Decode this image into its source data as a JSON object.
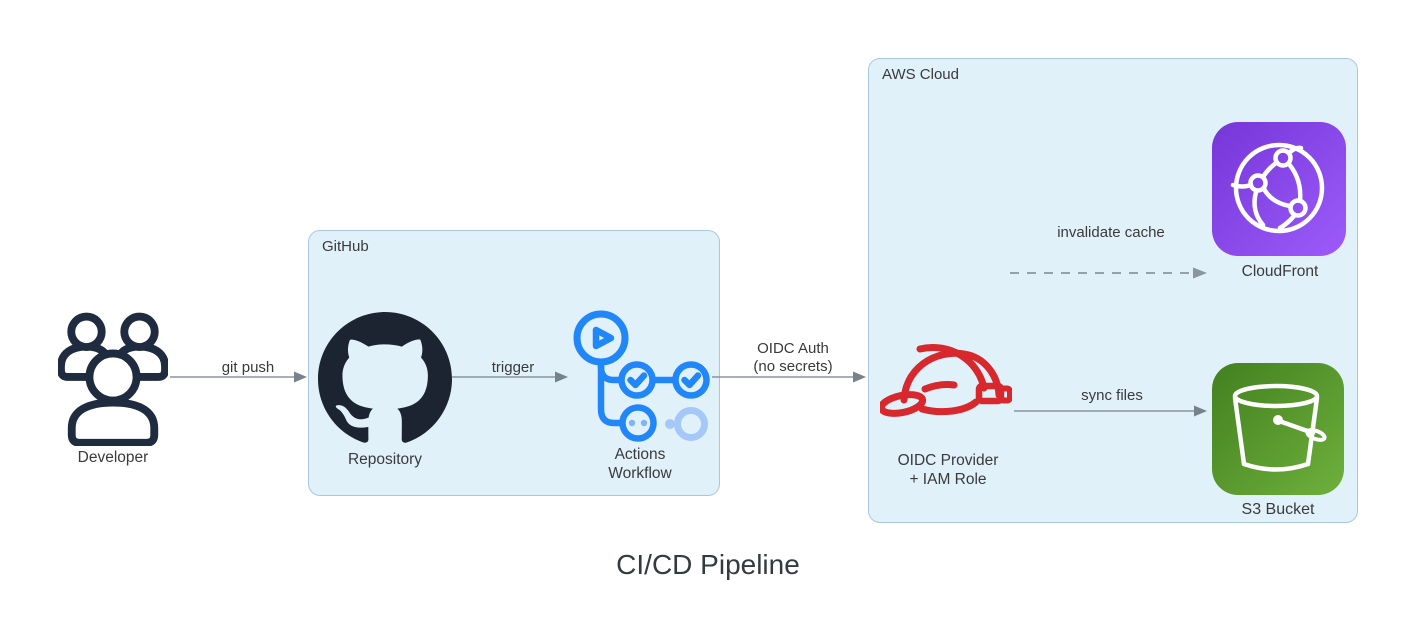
{
  "diagram": {
    "title": "CI/CD Pipeline"
  },
  "groups": {
    "github": {
      "label": "GitHub"
    },
    "aws_cloud": {
      "label": "AWS Cloud"
    }
  },
  "nodes": {
    "developer": {
      "label": "Developer",
      "icon": "users-icon"
    },
    "repository": {
      "label": "Repository",
      "icon": "github-octocat-icon"
    },
    "actions_workflow": {
      "line1": "Actions",
      "line2": "Workflow",
      "icon": "github-actions-icon"
    },
    "oidc_provider": {
      "line1": "OIDC Provider",
      "line2": "+ IAM Role",
      "icon": "hard-hat-icon"
    },
    "cloudfront": {
      "label": "CloudFront",
      "icon": "cloudfront-globe-icon"
    },
    "s3_bucket": {
      "label": "S3 Bucket",
      "icon": "s3-bucket-icon"
    }
  },
  "edges": {
    "git_push": {
      "label": "git push",
      "style": "solid",
      "from": "developer",
      "to": "repository"
    },
    "trigger": {
      "label": "trigger",
      "style": "solid",
      "from": "repository",
      "to": "actions_workflow"
    },
    "oidc_auth": {
      "line1": "OIDC Auth",
      "line2": "(no secrets)",
      "style": "solid",
      "from": "actions_workflow",
      "to": "oidc_provider"
    },
    "sync_files": {
      "label": "sync files",
      "style": "solid",
      "from": "oidc_provider",
      "to": "s3_bucket"
    },
    "invalidate_cache": {
      "label": "invalidate cache",
      "style": "dashed",
      "from": "oidc_provider",
      "to": "cloudfront"
    }
  },
  "colors": {
    "group_fill": "#e1f1fa",
    "group_border": "#a9c8db",
    "arrow_line": "#8a959e",
    "arrow_head": "#76838d",
    "dashed_arrow": "#95a0a8",
    "text": "#3a3a3a",
    "title_text": "#333b40",
    "developer_icon": "#1f2b3e",
    "github_icon": "#1c2431",
    "actions_blue": "#2186f8",
    "actions_light_blue": "#7eb3f8",
    "actions_ghost_blue": "#a5c8f9",
    "helmet_red": "#d7282e",
    "cloudfront_gradient": [
      "#7636d8",
      "#9c5bfa"
    ],
    "s3_gradient": [
      "#42801f",
      "#6eb03c"
    ]
  }
}
